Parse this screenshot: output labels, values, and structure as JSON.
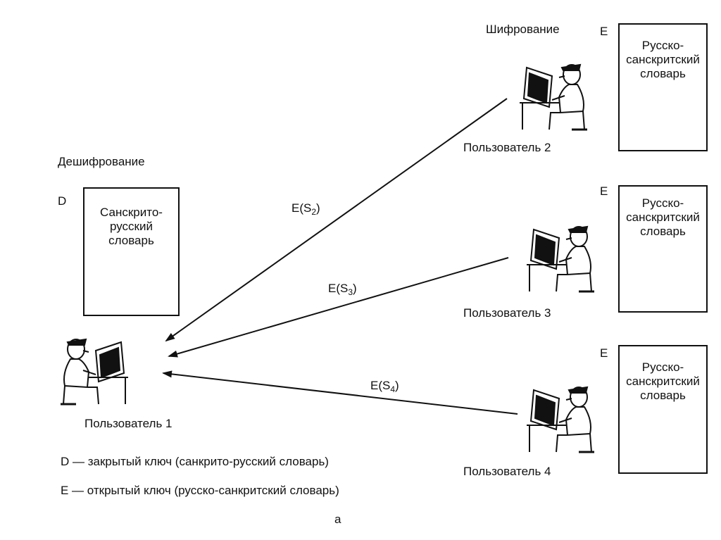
{
  "headings": {
    "encryption": "Шифрование",
    "decryption": "Дешифрование"
  },
  "key_letters": {
    "d": "D",
    "e": "E"
  },
  "private_dictionary": {
    "line1": "Санскрито-",
    "line2": "русский",
    "line3": "словарь"
  },
  "public_dictionary": {
    "line1": "Русско-",
    "line2": "санскритский",
    "line3": "словарь"
  },
  "users": {
    "u1": "Пользователь 1",
    "u2": "Пользователь 2",
    "u3": "Пользователь 3",
    "u4": "Пользователь 4"
  },
  "messages": {
    "m2": {
      "prefix": "E(S",
      "sub": "2",
      "suffix": ")"
    },
    "m3": {
      "prefix": "E(S",
      "sub": "3",
      "suffix": ")"
    },
    "m4": {
      "prefix": "E(S",
      "sub": "4",
      "suffix": ")"
    }
  },
  "legend": {
    "d_line": "D — закрытый ключ (санкрито-русский словарь)",
    "e_line": "E — открытый ключ (русско-санкритский словарь)"
  },
  "caption": "а"
}
